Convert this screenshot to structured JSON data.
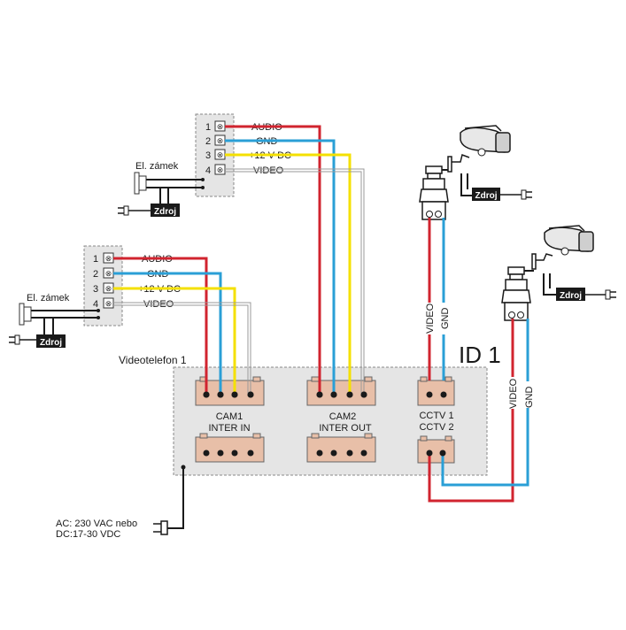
{
  "colors": {
    "red": "#d1242f",
    "blue": "#2a9fd6",
    "yellow": "#f4e000",
    "grey": "#9a9a9a",
    "panel_fill": "#e5e5e5",
    "connector_fill": "#e8bfa8",
    "black": "#1a1a1a"
  },
  "door_station_top": {
    "terminals": [
      "1",
      "2",
      "3",
      "4"
    ],
    "signals": [
      "AUDIO",
      "GND",
      "+12 V DC",
      "VIDEO"
    ],
    "lock_label": "El. zámek",
    "psu_label": "Zdroj"
  },
  "door_station_left": {
    "terminals": [
      "1",
      "2",
      "3",
      "4"
    ],
    "signals": [
      "AUDIO",
      "GND",
      "+12 V DC",
      "VIDEO"
    ],
    "lock_label": "El. zámek",
    "psu_label": "Zdroj"
  },
  "videophone": {
    "title": "Videotelefon 1",
    "id_label": "ID 1",
    "cam1_label": "CAM1",
    "inter_in_label": "INTER IN",
    "cam2_label": "CAM2",
    "inter_out_label": "INTER OUT",
    "cctv1_label": "CCTV 1",
    "cctv2_label": "CCTV 2"
  },
  "camera_top": {
    "psu_label": "Zdroj",
    "video_label": "VIDEO",
    "gnd_label": "GND"
  },
  "camera_right": {
    "psu_label": "Zdroj",
    "video_label": "VIDEO",
    "gnd_label": "GND"
  },
  "power_input": {
    "line1": "AC: 230 VAC nebo",
    "line2": "DC:17-30 VDC"
  }
}
